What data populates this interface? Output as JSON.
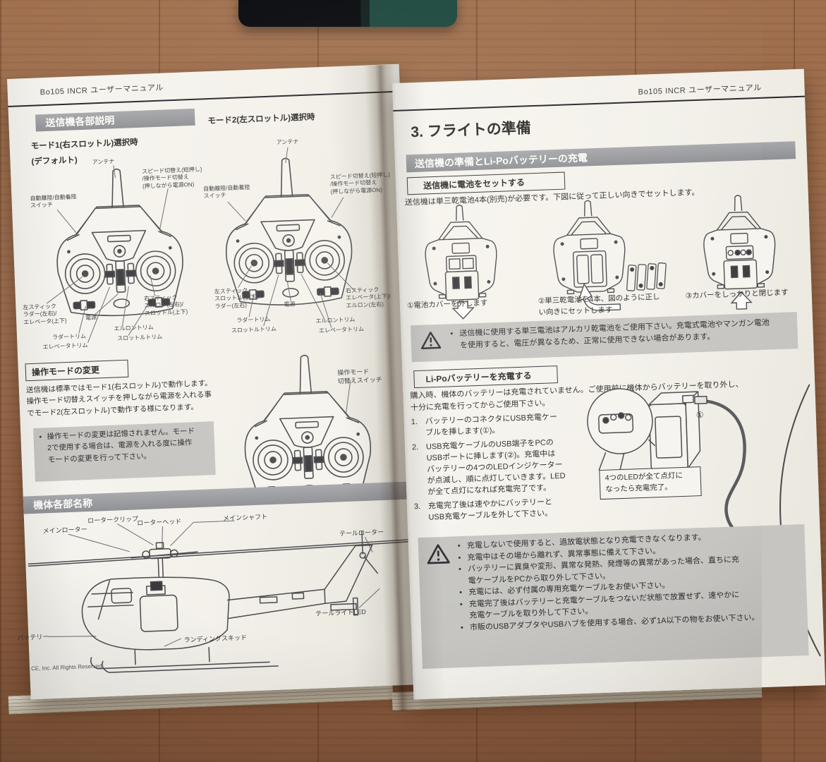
{
  "colors": {
    "section_bar": "#9a9b9e",
    "warning_box": "#c6c5c2",
    "page": "#f5f3ed",
    "wood": "#96684a",
    "accent_dark": "#26262a"
  },
  "left_page": {
    "header": "Bo105 INCR ユーザーマニュアル",
    "footer": "CE, Inc. All Rights Reserved",
    "transmitter": {
      "title": "送信機各部説明",
      "mode1_title": "モード1(右スロットル)選択時",
      "mode1_subtitle": "(デフォルト)",
      "mode2_title": "モード2(左スロットル)選択時",
      "labels": {
        "antenna": "アンテナ",
        "speed_switch": "スピード切替え(短押し)\n/操作モード切替え\n(押しながら電源ON)",
        "auto_switch": "自動離陸/自動着陸\nスイッチ",
        "power": "電源",
        "m1_left_stick": "左スティック\nラダー(左右)/\nエレベータ(上下)",
        "m1_right_stick": "右スティック\nエルロン(左右)/\nスロットル(上下)",
        "m2_left_stick": "左スティック\nスロットル(上下)/\nラダー(左右)",
        "m2_right_stick": "右スティック\nエレベータ(上下)/\nエルロン(左右)",
        "rudder_trim": "ラダートリム",
        "elevator_trim": "エレベータトリム",
        "aileron_trim": "エルロントリム",
        "throttle_trim": "スロットルトリム",
        "mode_switch": "操作モード\n切替えスイッチ"
      }
    },
    "mode_change": {
      "title": "操作モードの変更",
      "body": "送信機は標準ではモード1(右スロットル)で動作します。\n操作モード切替えスイッチを押しながら電源を入れる事\nでモード2(左スロットル)で動作する様になります。",
      "note": "操作モードの変更は記憶されません。モード\n2で使用する場合は、電源を入れる度に操作\nモードの変更を行って下さい。"
    },
    "airframe": {
      "title": "機体各部名称",
      "labels": {
        "main_rotor": "メインローター",
        "rotor_clip": "ロータークリップ",
        "rotor_head": "ローターヘッド",
        "main_shaft": "メインシャフト",
        "tail_rotor": "テールローター",
        "tail_light_led": "テールライトLED",
        "landing_skid": "ランディングスキッド",
        "battery": "バッテリー"
      }
    }
  },
  "right_page": {
    "header": "Bo105 INCR ユーザーマニュアル",
    "chapter_title": "3. フライトの準備",
    "section_bar": "送信機の準備とLi-Poバッテリーの充電",
    "battery_setup": {
      "title": "送信機に電池をセットする",
      "intro": "送信機は単三乾電池4本(別売)が必要です。下図に従って正しい向きでセットします。",
      "captions": [
        "①電池カバーを外します",
        "②単三乾電池を4本、図のように正し\nい向きにセットします",
        "③カバーをしっかりと閉じます"
      ],
      "warning": "送信機に使用する単三電池はアルカリ乾電池をご使用下さい。充電式電池やマンガン電池\nを使用すると、電圧が異なるため、正常に使用できない場合があります。"
    },
    "charging": {
      "title": "Li-Poバッテリーを充電する",
      "intro": "購入時、機体のバッテリーは充電されていません。ご使用前に機体からバッテリーを取り外し、\n十分に充電を行ってからご使用下さい。",
      "steps": [
        {
          "num": "1.",
          "text": "バッテリーのコネクタにUSB充電ケー\nブルを挿します(①)。"
        },
        {
          "num": "2.",
          "text": "USB充電ケーブルのUSB端子をPCの\nUSBポートに挿します(②)。充電中は\nバッテリーの4つのLEDインジケーター\nが点滅し、順に点灯していきます。LED\nが全て点灯になれば充電完了です。"
        },
        {
          "num": "3.",
          "text": "充電完了後は速やかにバッテリーと\nUSB充電ケーブルを外して下さい。"
        }
      ],
      "figure_marker": "①",
      "callout": "4つのLEDが全て点灯に\nなったら充電完了。",
      "warnings": [
        "充電しないで使用すると、過放電状態となり充電できなくなります。",
        "充電中はその場から離れず、異常事態に備えて下さい。",
        "バッテリーに異臭や変形、異常な発熱、発煙等の異常があった場合、直ちに充\n電ケーブルをPCから取り外して下さい。",
        "充電には、必ず付属の専用充電ケーブルをお使い下さい。",
        "充電完了後はバッテリーと充電ケーブルをつないだ状態で放置せず、速やかに\n充電ケーブルを取り外して下さい。",
        "市販のUSBアダプタやUSBハブを使用する場合、必ず1A以下の物をお使い下さい。"
      ]
    }
  }
}
